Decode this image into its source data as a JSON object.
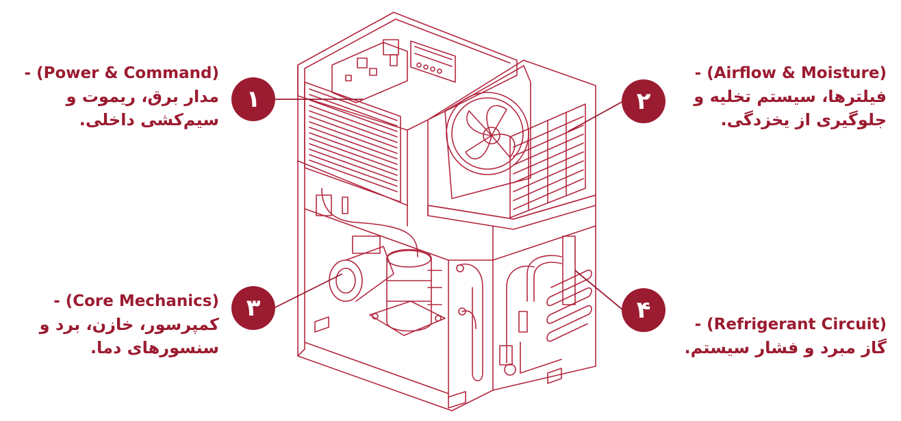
{
  "accent_color": "#9b1b30",
  "callouts": [
    {
      "number": "۱",
      "title": "- (Power & Command)",
      "lines": [
        "مدار برق، ریموت و",
        "سیم‌کشی داخلی."
      ]
    },
    {
      "number": "۲",
      "title": "- (Airflow & Moisture)",
      "lines": [
        "فیلترها، سیستم تخلیه و",
        "جلوگیری از یخزدگی."
      ]
    },
    {
      "number": "۳",
      "title": "- (Core Mechanics)",
      "lines": [
        "کمپرسور، خازن، برد و",
        "سنسورهای دما."
      ]
    },
    {
      "number": "۴",
      "title": "- (Refrigerant Circuit)",
      "lines": [
        "گاز مبرد و فشار سیستم."
      ]
    }
  ]
}
